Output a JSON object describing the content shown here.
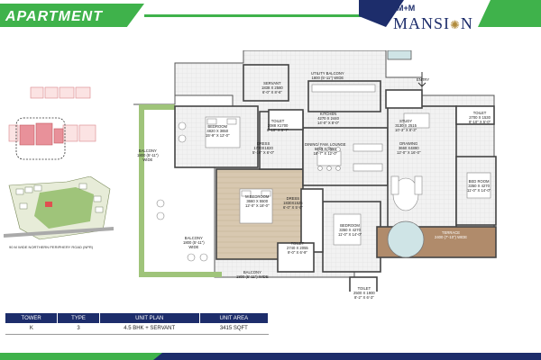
{
  "header": {
    "title": "APARTMENT"
  },
  "brand": {
    "small": "M+M",
    "name": "MANSI",
    "name_end": "N"
  },
  "colors": {
    "accent": "#3fb24b",
    "navy": "#1d2d6b",
    "wood": "#d4c4ad",
    "paving": "#eeeeee",
    "lawn": "#9fc47a",
    "terrace": "#b08b6b"
  },
  "entry": "ENTRY",
  "rooms": {
    "servant": {
      "name": "SERVANT",
      "size": "1838 X 2580",
      "dim": "6'-0\" X 8'-6\""
    },
    "utility": {
      "name": "UTILITY BALCONY",
      "size": "1800 (5'-11\") WIDE"
    },
    "kitchen": {
      "name": "KITCHEN",
      "size": "4270 X 2440",
      "dim": "14'-0\" X 8'-0\""
    },
    "toilet1": {
      "name": "TOILET",
      "size": "2088 X1700",
      "dim": "6'-10\" X 5'-7\""
    },
    "study": {
      "name": "STUDY",
      "size": "3130 X 2515",
      "dim": "10'-3\" X 8'-3\""
    },
    "toilet2": {
      "name": "TOILET",
      "size": "2700 X 1530",
      "dim": "8'-10\" X 5'-0\""
    },
    "bedroom1": {
      "name": "BEDROOM",
      "size": "4820 X 3650",
      "dim": "15'-9\" X 12'-0\""
    },
    "dress1": {
      "name": "DRESS",
      "size": "1770X1820",
      "dim": "5'-10\" X 6'-0\""
    },
    "dining": {
      "name": "DINING/ FAM. LOUNGE",
      "size": "5660 X 3650",
      "dim": "18'-7\" X 12'-0\""
    },
    "drawing": {
      "name": "DRAWING",
      "size": "3660 X4890",
      "dim": "12'-0\" X 16'-0\""
    },
    "bedroom_r": {
      "name": "BED ROOM",
      "size": "3350 X 4270",
      "dim": "11'-0\" X 14'-0\""
    },
    "balcony1": {
      "name": "BALCONY",
      "size": "1800 (5'-11\")",
      "dim": "WIDE"
    },
    "mbedroom": {
      "name": "M.BEDROOM",
      "size": "3660 X 5500",
      "dim": "12'-0\" X 18'-0\""
    },
    "dress2": {
      "name": "DRESS",
      "size": "1830X1525",
      "dim": "6'-0\" X 5'-0\""
    },
    "bedroom2": {
      "name": "BEDROOM",
      "size": "3350 X 4270",
      "dim": "11'-0\" X 14'-0\""
    },
    "toilet3": {
      "name": "TOILET",
      "size": "2740 X 2055",
      "dim": "9'-0\" X 6'-9\""
    },
    "terrace": {
      "name": "TERRACE",
      "size": "2400 (7'-10\") WIDE"
    },
    "balcony2": {
      "name": "BALCONY",
      "size": "1800 (5'-11\")",
      "dim": "WIDE"
    },
    "balcony3": {
      "name": "BALCONY",
      "size": "1800 (5'-11\") WIDE"
    },
    "toilet4": {
      "name": "TOILET",
      "size": "2500 X 1900",
      "dim": "8'-2\" X 6'-3\""
    }
  },
  "road": "90 M WIDE NORTHERN PERIPHERY ROAD (NPR)",
  "table": {
    "headers": [
      "TOWER",
      "TYPE",
      "UNIT PLAN",
      "UNIT AREA"
    ],
    "row": [
      "K",
      "3",
      "4.5 BHK + SERVANT",
      "3415 SQFT"
    ]
  }
}
